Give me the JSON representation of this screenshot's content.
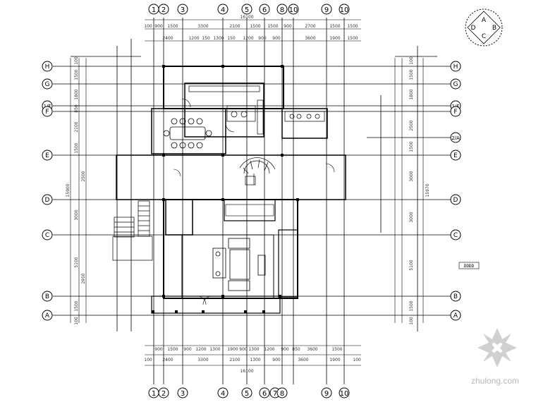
{
  "grid": {
    "top_labels": [
      "1",
      "2",
      "3",
      "4",
      "5",
      "6",
      "8",
      "10",
      "9",
      "10"
    ],
    "bottom_labels": [
      "1",
      "2",
      "3",
      "4",
      "5",
      "6",
      "7",
      "8",
      "9",
      "10"
    ],
    "row_labels": [
      "H",
      "G",
      "1/F",
      "F",
      "E",
      "D",
      "C",
      "B",
      "A"
    ],
    "right_row_labels": [
      "H",
      "G",
      "1/F",
      "F",
      "2/A",
      "E",
      "D",
      "C",
      "B",
      "A"
    ]
  },
  "dimensions": {
    "top_total": "16100",
    "bottom_total": "16100",
    "top_row1": [
      "100",
      "900",
      "1500",
      "3300",
      "2100",
      "1500",
      "1500",
      "900",
      "2700",
      "1500",
      "1500"
    ],
    "top_row2": [
      "2400",
      "1200",
      "150",
      "1300",
      "150",
      "1200",
      "900",
      "900",
      "3600",
      "1900",
      "1500"
    ],
    "bottom_row1": [
      "900",
      "1500",
      "900",
      "1200",
      "1300",
      "1900",
      "900",
      "1300",
      "1200",
      "900",
      "850",
      "3600",
      "1500"
    ],
    "bottom_row2": [
      "100",
      "2400",
      "3300",
      "2100",
      "1300",
      "900",
      "3600",
      "1900",
      "100"
    ],
    "left_vertical": [
      "1500",
      "1800",
      "850",
      "2100",
      "1500",
      "2500",
      "3000",
      "5100",
      "2950",
      "1500",
      "100",
      "15900",
      "100"
    ],
    "right_vertical": [
      "1500",
      "1800",
      "2500",
      "1500",
      "3000",
      "3000",
      "5100",
      "1500",
      "100",
      "15970",
      "100"
    ]
  },
  "compass": {
    "letters": [
      "A",
      "B",
      "C",
      "D"
    ]
  },
  "note_label": "DDDD",
  "watermark": "zhulong.com",
  "colors": {
    "line": "#000000",
    "dim": "#333333",
    "bg": "#ffffff",
    "watermark": "#c8c8c8"
  }
}
